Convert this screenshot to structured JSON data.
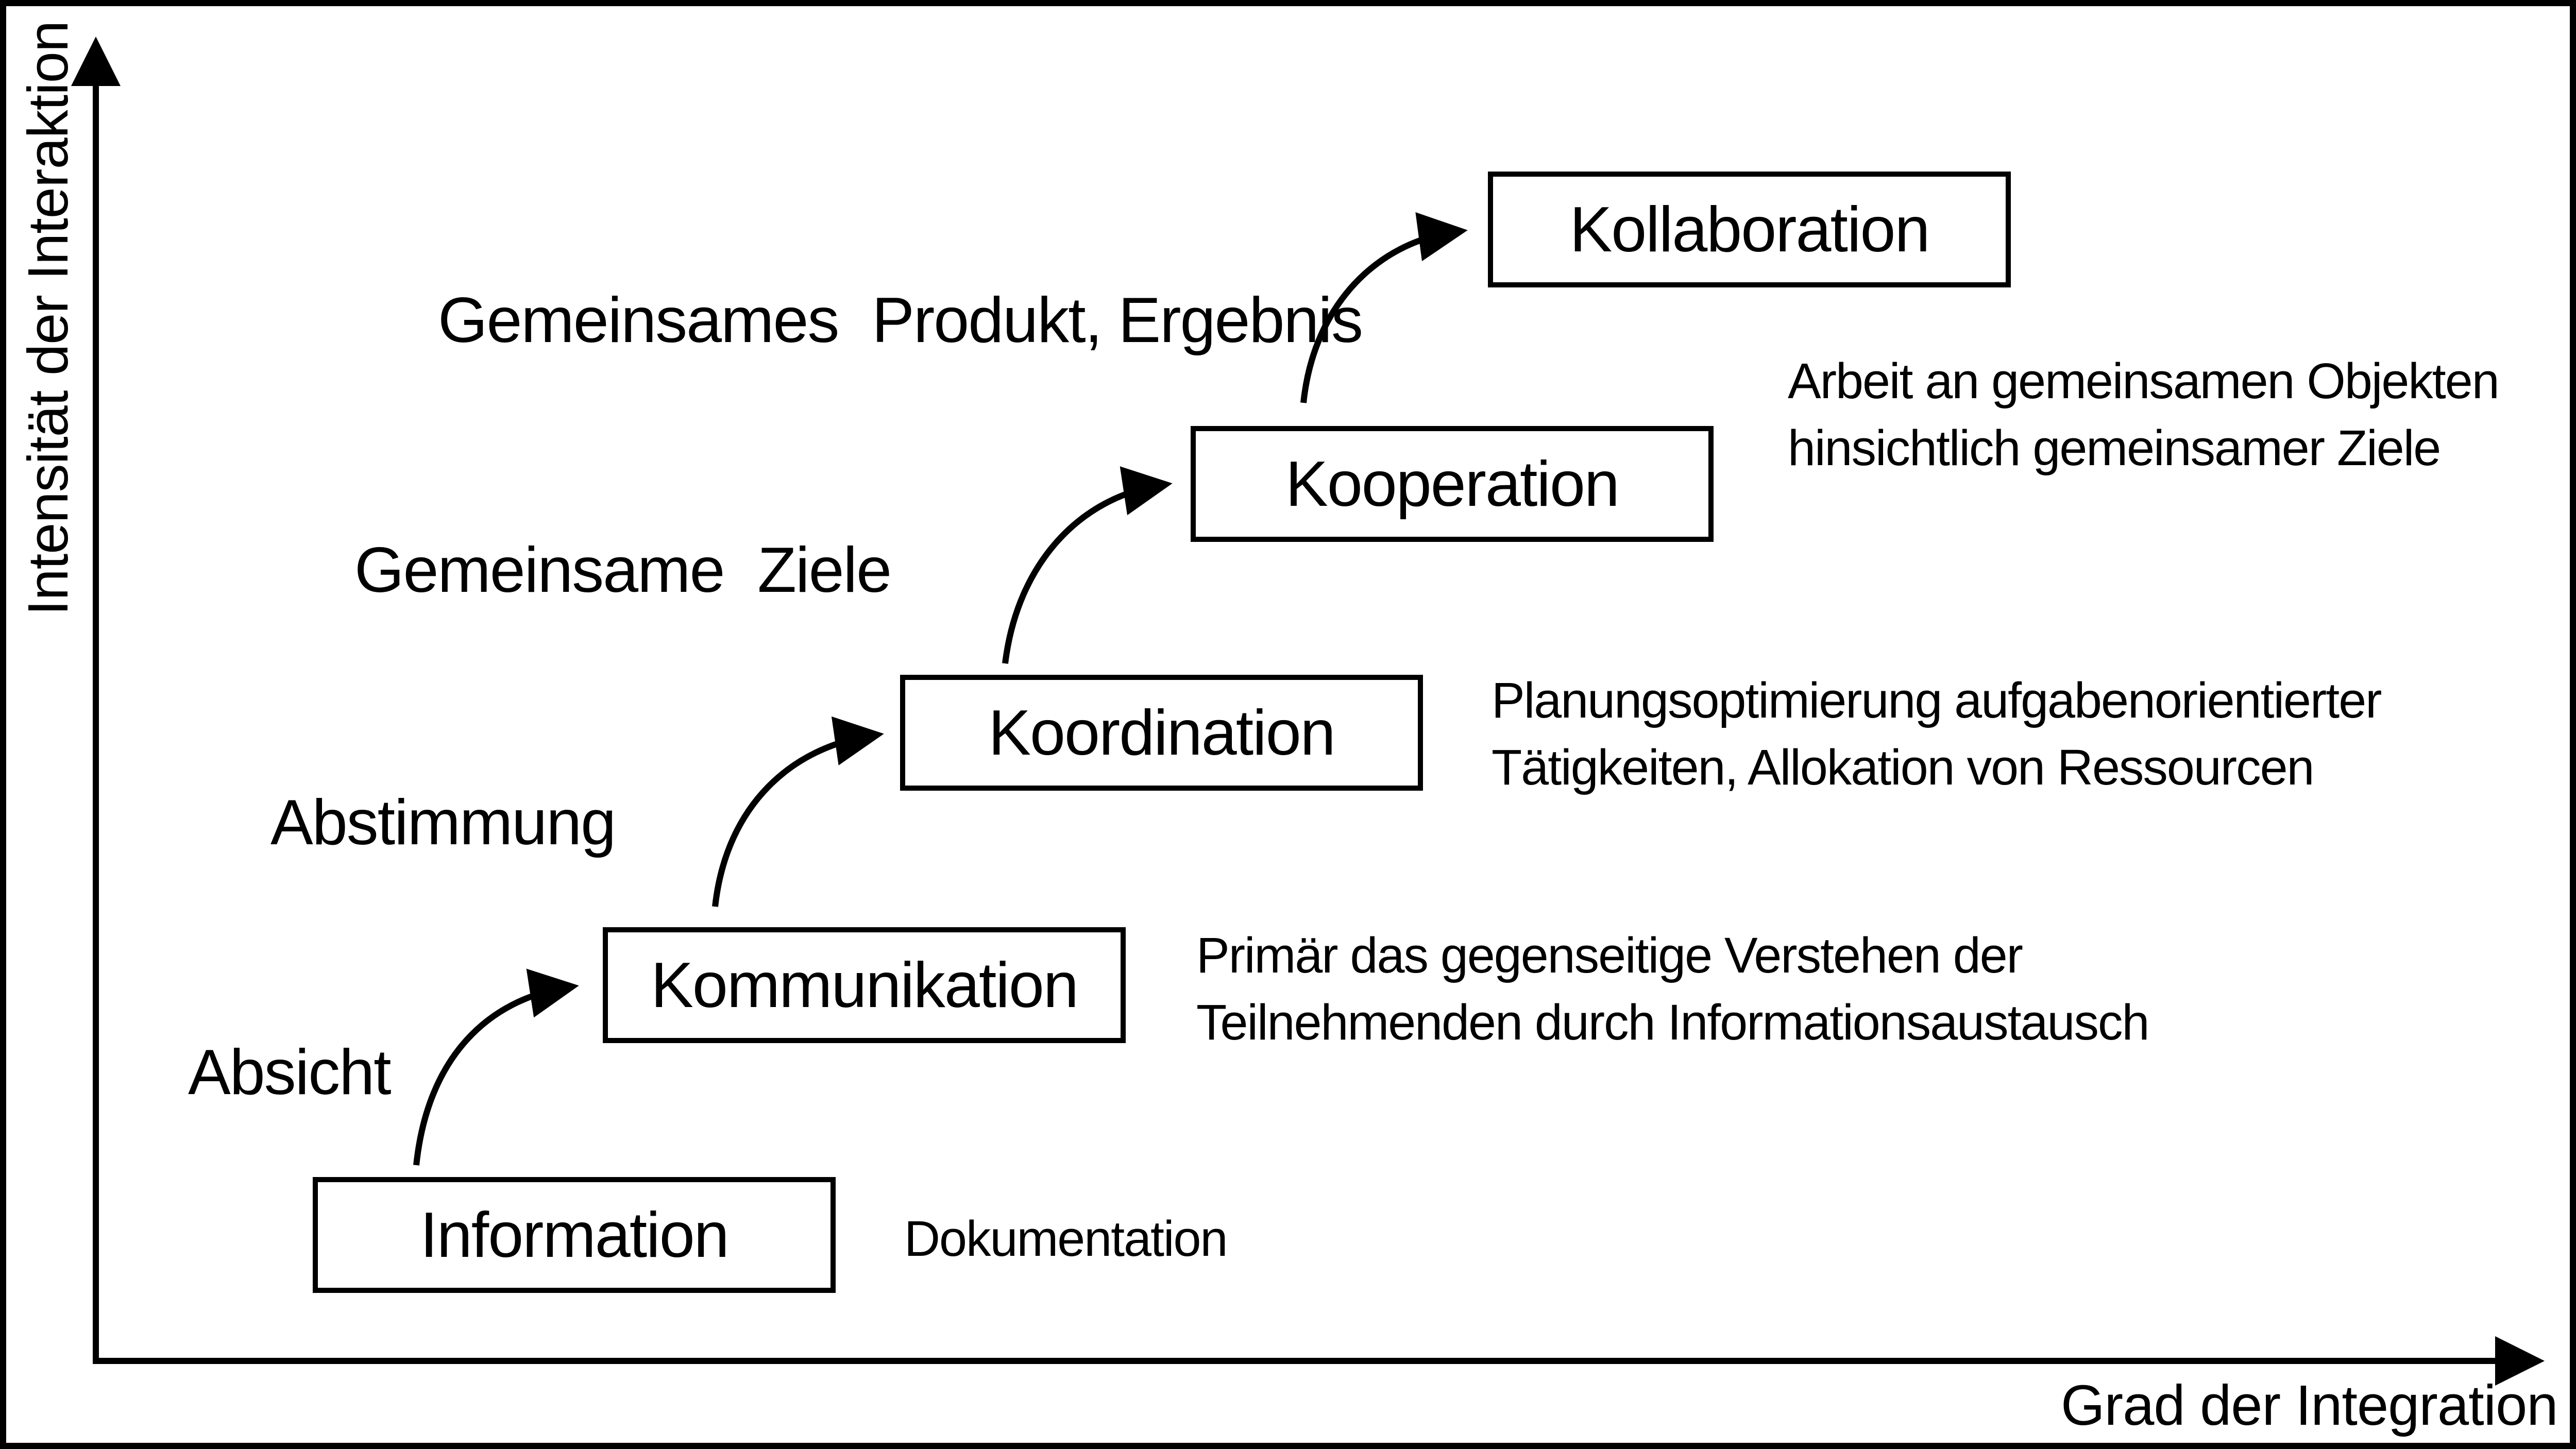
{
  "axes": {
    "y_label": "Intensität der Interaktion",
    "x_label": "Grad der Integration"
  },
  "stages": [
    {
      "id": "information",
      "label": "Information",
      "description": [
        "Dokumentation"
      ]
    },
    {
      "id": "kommunikation",
      "label": "Kommunikation",
      "description": [
        "Primär das gegenseitige Verstehen der",
        "Teilnehmenden durch Informationsaustausch"
      ]
    },
    {
      "id": "koordination",
      "label": "Koordination",
      "description": [
        "Planungsoptimierung aufgabenorientierter",
        "Tätigkeiten, Allokation von Ressourcen"
      ]
    },
    {
      "id": "kooperation",
      "label": "Kooperation",
      "description": []
    },
    {
      "id": "kollaboration",
      "label": "Kollaboration",
      "description": [
        "Arbeit an gemeinsamen Objekten",
        "hinsichtlich gemeinsamer Ziele"
      ]
    }
  ],
  "transitions": [
    {
      "label": "Absicht"
    },
    {
      "label": "Abstimmung"
    },
    {
      "label": "Gemeinsame  Ziele"
    },
    {
      "label": "Gemeinsames  Produkt, Ergebnis"
    }
  ],
  "colors": {
    "line": "#000000",
    "background": "#ffffff",
    "text": "#000000"
  }
}
